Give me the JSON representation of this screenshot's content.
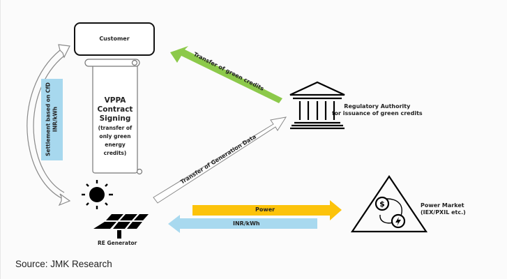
{
  "diagram": {
    "nodes": {
      "customer": "Customer",
      "vppa_title": [
        "VPPA",
        "Contract",
        "Signing"
      ],
      "vppa_subtitle": [
        "(transfer of",
        "only green",
        "energy",
        "credits)"
      ],
      "regulatory_authority": [
        "Regulatory Authority",
        "for issuance of green credits"
      ],
      "power_market": [
        "Power Market",
        "(IEX/PXIL etc.)"
      ],
      "re_generator": "RE Generator"
    },
    "edges": {
      "settlement": [
        "Settlement based on CfD",
        "INR/kWh"
      ],
      "green_credits": "Transfer of green credits",
      "generation_data": "Transfer of Generation Data",
      "power": "Power",
      "payment": "INR/kWh"
    },
    "colors": {
      "green_arrow": "#8cc94a",
      "power_arrow": "#fcc30b",
      "payment_arrow": "#a8d9ef",
      "settlement_box": "#a7d8ee",
      "outline": "#111111"
    }
  },
  "footer": {
    "source": "Source: JMK Research"
  }
}
